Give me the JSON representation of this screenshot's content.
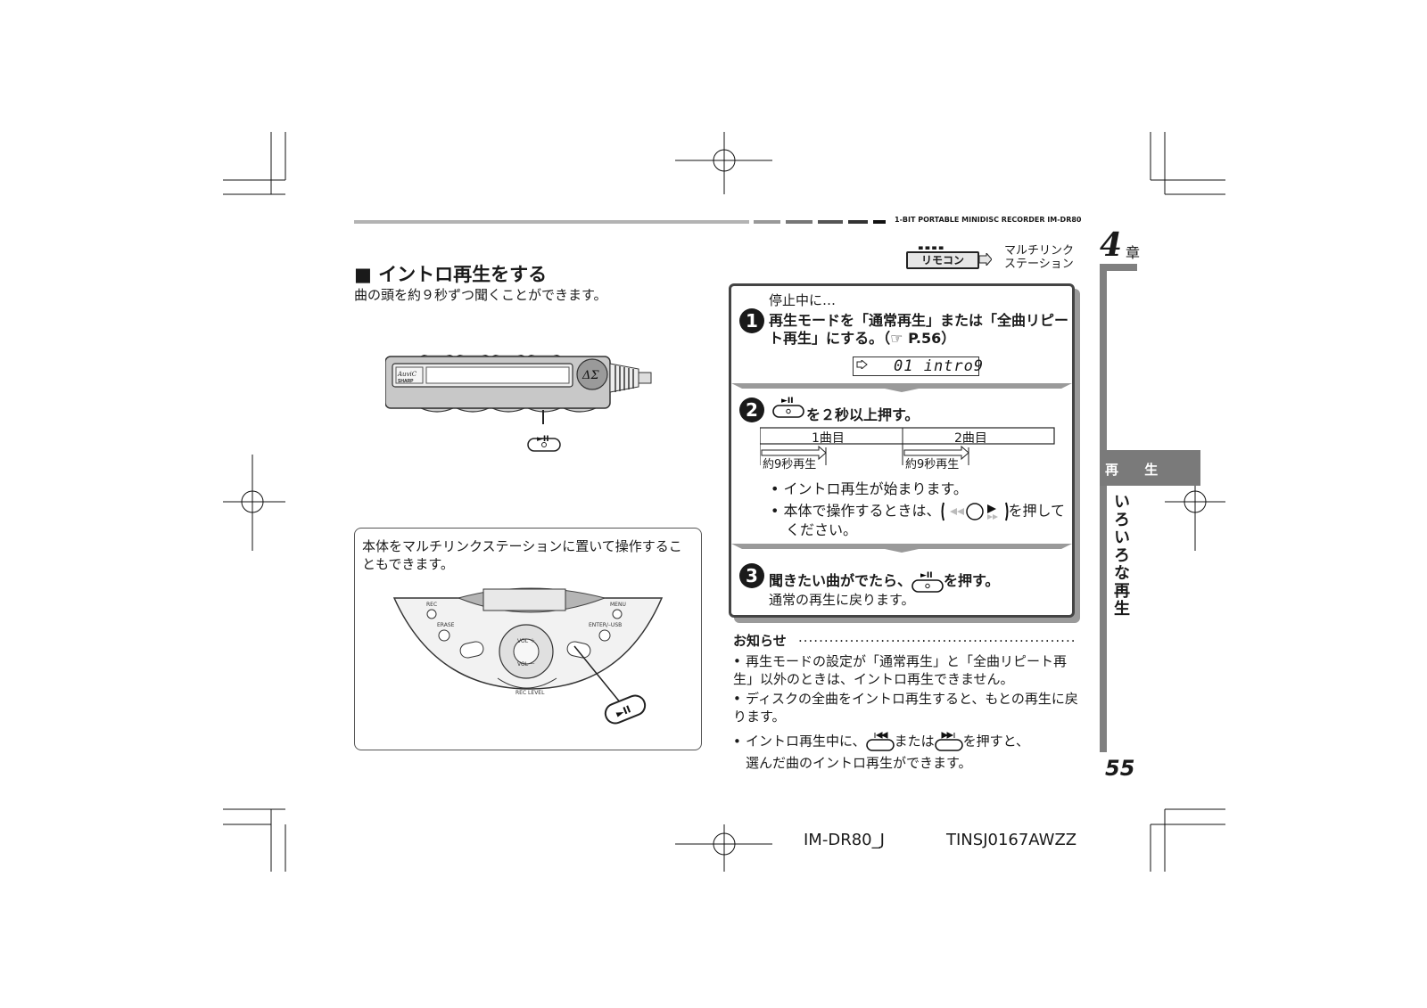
{
  "header": {
    "model_line": "1-BIT PORTABLE MINIDISC RECORDER IM-DR80"
  },
  "chapter": {
    "number": "4",
    "suffix": "章",
    "tab_label": "再 生",
    "vertical_label": "いろいろな再生"
  },
  "section": {
    "title": "■ イントロ再生をする",
    "subtitle": "曲の頭を約９秒ずつ聞くことができます。"
  },
  "remote_caption": "►II",
  "station_box": {
    "text": "本体をマルチリンクステーションに置いて操作することもできます。",
    "labels": {
      "rec": "REC",
      "erase": "ERASE",
      "menu": "MENU",
      "enter": "ENTER/–USB",
      "vol_plus": "VOL ＋",
      "vol_minus": "VOL －",
      "rec_level": "REC LEVEL"
    }
  },
  "badges": {
    "remote": "リモコン",
    "multi_line1": "マルチリンク",
    "multi_line2": "ステーション"
  },
  "steps": {
    "step1": {
      "num": "1",
      "pre": "停止中に…",
      "main": "再生モードを「通常再生」または「全曲リピート再生」にする。（☞ P.56）",
      "lcd": "01  intro9"
    },
    "step2": {
      "num": "2",
      "main": "を２秒以上押す。",
      "track1": "1曲目",
      "track2": "2曲目",
      "play_label1": "約9秒再生",
      "play_label2": "約9秒再生",
      "bullet1": "• イントロ再生が始まります。",
      "bullet2_a": "• 本体で操作するときは、",
      "bullet2_b": "を押して",
      "bullet2_c": "ください。"
    },
    "step3": {
      "num": "3",
      "main_a": "聞きたい曲がでたら、",
      "main_b": "を押す。",
      "sub": "通常の再生に戻ります。"
    }
  },
  "notes": {
    "heading": "お知らせ",
    "dots": "................................................................",
    "items": [
      "再生モードの設定が「通常再生」と「全曲リピート再生」以外のときは、イントロ再生できません。",
      "ディスクの全曲をイントロ再生すると、もとの再生に戻ります。"
    ],
    "item3_a": "イントロ再生中に、",
    "item3_b": "または",
    "item3_c": "を押すと、",
    "item3_d": "選んだ曲のイントロ再生ができます。"
  },
  "page_number": "55",
  "footer": {
    "left": "IM-DR80_J",
    "right": "TINSJ0167AWZZ"
  }
}
